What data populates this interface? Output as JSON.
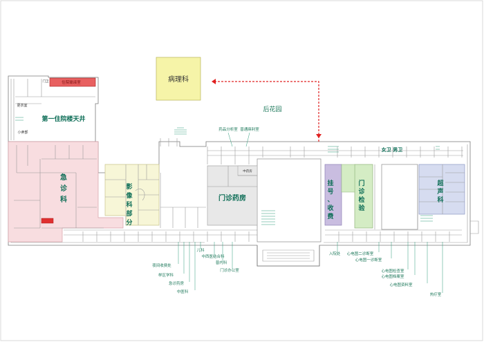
{
  "colors": {
    "pathology_fill": "#f6f4a8",
    "emergency_fill": "#f8dde0",
    "imaging_fill": "#f7f6d7",
    "pharmacy_fill": "#e8e8e8",
    "register_fill": "#c9bde0",
    "clinic_check_fill": "#d4ecc4",
    "ultrasound_fill": "#d6dcf0",
    "red_block": "#e03030",
    "route_arrow": "#e02020",
    "label_green": "#1f7a5c"
  },
  "departments": {
    "pathology": "病理科",
    "garden": "后花园",
    "inpatient_courtyard": "第一住院楼天井",
    "emergency": "急诊科",
    "imaging": "影像科部分",
    "pharmacy": "门诊药房",
    "registration": "挂号、收费",
    "clinic_check": "门诊检验",
    "ultrasound": "超声科",
    "toilets": "女卫 男卫"
  },
  "small_labels": {
    "top_room_1": "药品分析室",
    "top_room_2": "普通麻利室",
    "emerg_room_red": "住院输液室",
    "left_room_1": "更衣室",
    "left_room_2": "小卖部",
    "pharm_sub": "中药房",
    "left_top_small": "门卫"
  },
  "callouts": [
    "夜间收费处",
    "样区学科",
    "急诊药房",
    "中医科",
    "儿科",
    "中西医结合科",
    "普内科",
    "门诊办公室",
    "心电图二诊断室",
    "心电图一诊断室",
    "心电图检查室",
    "心电图档案室",
    "心电图资料室",
    "热疗室",
    "入院处"
  ]
}
